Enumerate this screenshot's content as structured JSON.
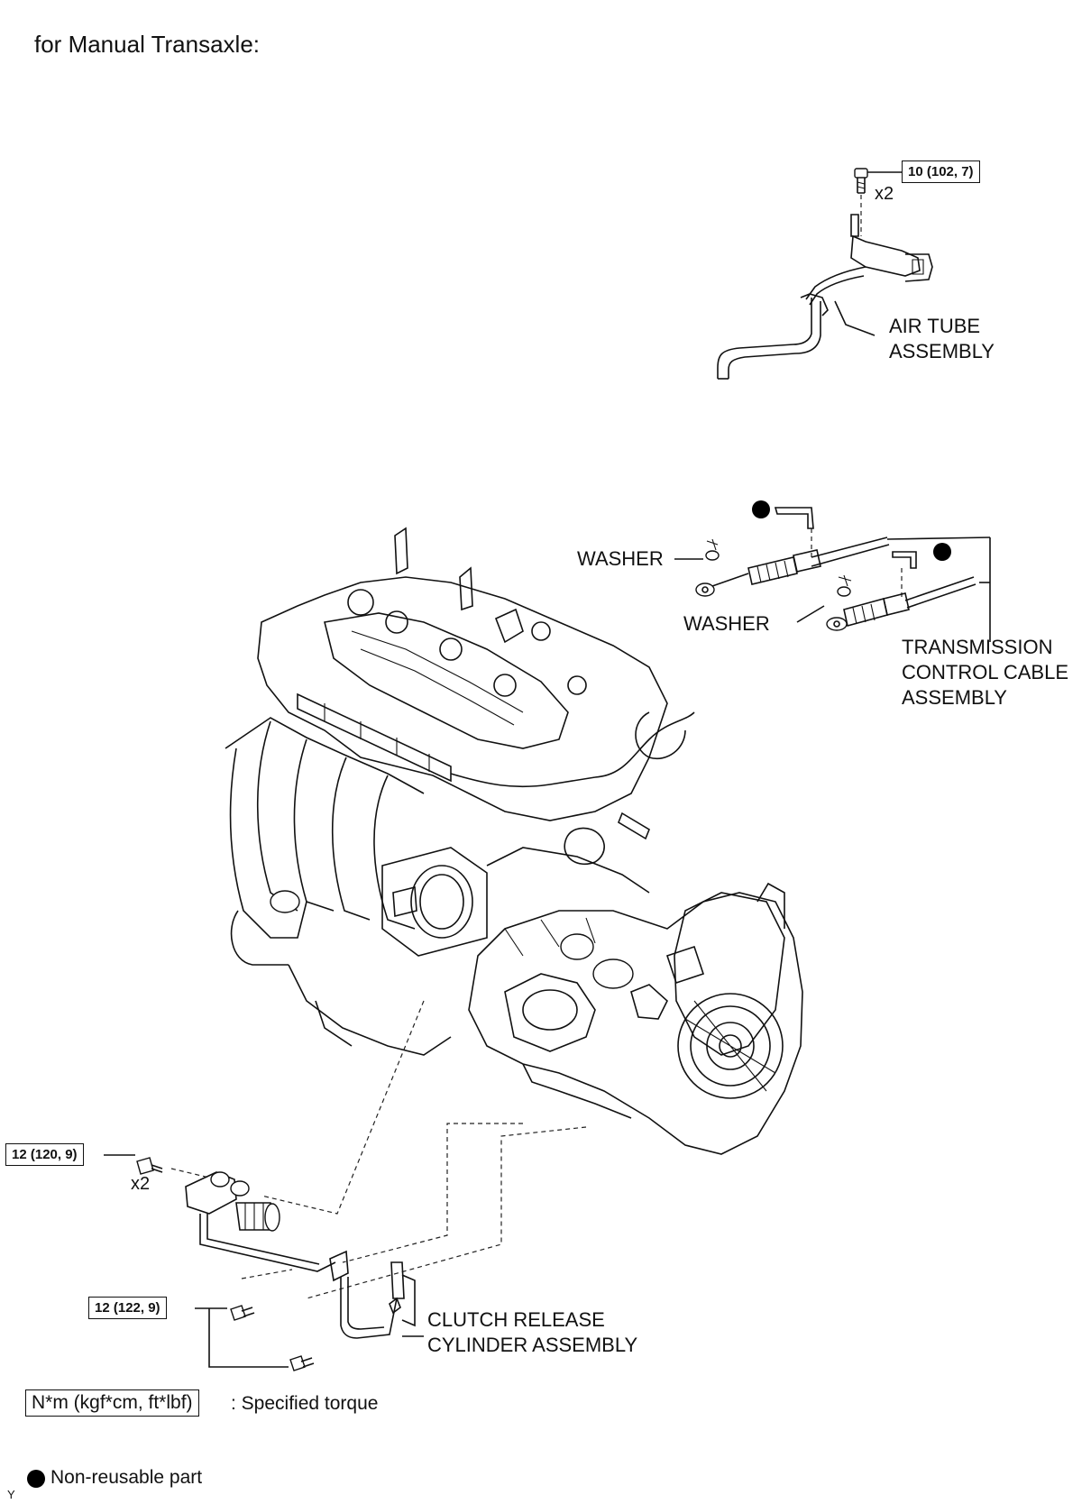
{
  "heading": "for Manual Transaxle:",
  "torque_specs": {
    "air_tube_bolt": "10 (102, 7)",
    "clutch_bolt_a": "12 (120, 9)",
    "clutch_bolt_b": "12 (122, 9)"
  },
  "quantities": {
    "air_tube_bolt": "x2",
    "clutch_bolt_a": "x2"
  },
  "labels": {
    "air_tube": [
      "AIR TUBE",
      "ASSEMBLY"
    ],
    "washer_1": "WASHER",
    "washer_2": "WASHER",
    "transmission_cable": [
      "TRANSMISSION",
      "CONTROL CABLE",
      "ASSEMBLY"
    ],
    "clutch_cylinder": [
      "CLUTCH RELEASE",
      "CYLINDER ASSEMBLY"
    ]
  },
  "legend": {
    "torque_unit": "N*m (kgf*cm, ft*lbf)",
    "torque_text": ": Specified torque",
    "nonreusable_text": "Non-reusable part"
  },
  "corner_mark": "Y"
}
